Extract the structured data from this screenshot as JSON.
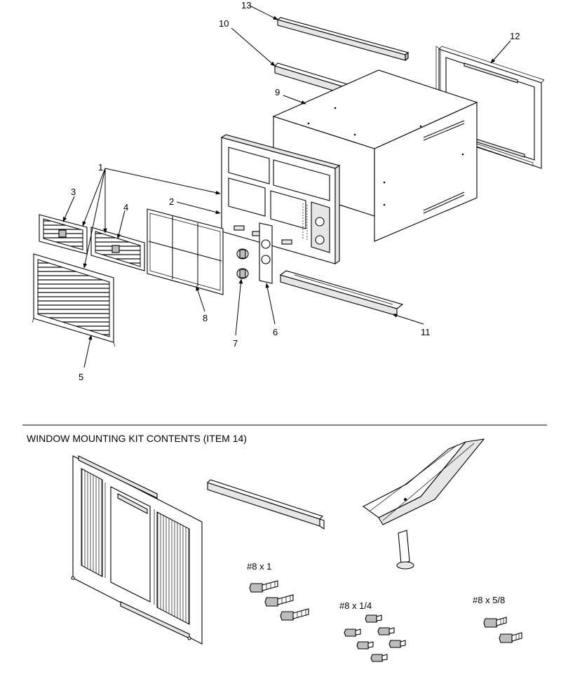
{
  "callouts": {
    "c1": "1",
    "c2": "2",
    "c3": "3",
    "c4": "4",
    "c5": "5",
    "c6": "6",
    "c7": "7",
    "c8": "8",
    "c9": "9",
    "c10": "10",
    "c11": "11",
    "c12": "12",
    "c13": "13"
  },
  "kit": {
    "title": "WINDOW MOUNTING KIT CONTENTS (ITEM 14)",
    "screw_labels": {
      "s1": "#8 x 1",
      "s2": "#8 x 1/4",
      "s3": "#8 x 5/8"
    }
  }
}
